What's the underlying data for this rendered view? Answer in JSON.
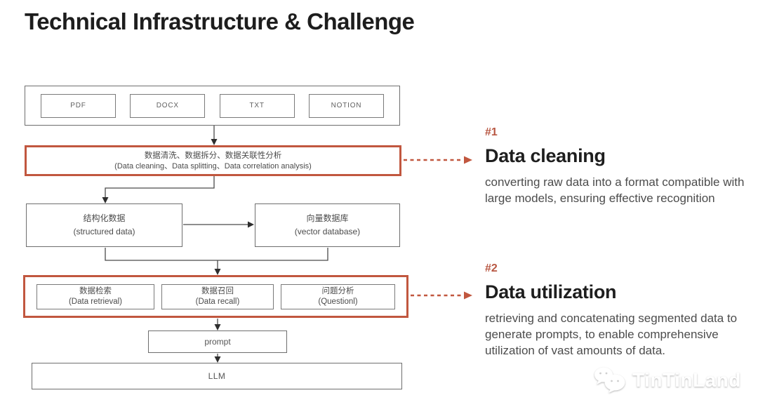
{
  "title": "Technical Infrastructure & Challenge",
  "accent_color": "#c1573f",
  "diagram": {
    "sources": [
      "PDF",
      "DOCX",
      "TXT",
      "NOTION"
    ],
    "cleaning_box": {
      "line1": "数据清洗、数据拆分、数据关联性分析",
      "line2": "(Data cleaning、Data splitting、Data correlation analysis)"
    },
    "structured_box": {
      "line1": "结构化数据",
      "line2": "(structured data)"
    },
    "vector_box": {
      "line1": "向量数据库",
      "line2": "(vector database)"
    },
    "utilization_boxes": [
      {
        "line1": "数据检索",
        "line2": "(Data retrieval)"
      },
      {
        "line1": "数据召回",
        "line2": "(Data recall)"
      },
      {
        "line1": "问题分析",
        "line2": "(Questionl)"
      }
    ],
    "prompt_box": "prompt",
    "llm_box": "LLM"
  },
  "annotations": [
    {
      "number": "#1",
      "heading": "Data cleaning",
      "body": "converting raw data into a format compatible with large models, ensuring effective recognition"
    },
    {
      "number": "#2",
      "heading": "Data utilization",
      "body": "retrieving and concatenating segmented data to generate prompts, to enable comprehensive utilization of vast amounts of data."
    }
  ],
  "watermark": {
    "brand": "TinTinLand"
  }
}
